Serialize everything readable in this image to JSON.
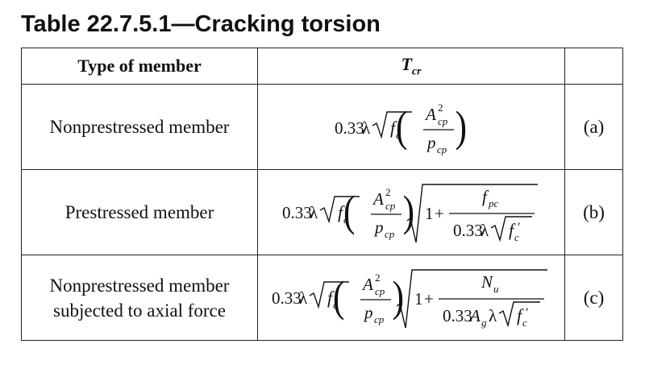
{
  "title": "Table 22.7.5.1—Cracking torsion",
  "header": {
    "col1": "Type of member",
    "col2_symbol": "T",
    "col2_sub": "cr"
  },
  "rows": [
    {
      "member": "Nonprestressed member",
      "label": "(a)"
    },
    {
      "member": "Prestressed member",
      "label": "(b)"
    },
    {
      "member_line1": "Nonprestressed member",
      "member_line2": "subjected to axial force",
      "label": "(c)"
    }
  ],
  "formula": {
    "coef": "0.33",
    "lambda": "λ",
    "f": "f",
    "prime": "′",
    "c": "c",
    "A": "A",
    "cp": "cp",
    "two": "2",
    "p": "p",
    "one": "1",
    "plus": "+",
    "f_pc": "f",
    "pc": "pc",
    "N": "N",
    "u": "u",
    "A_g": "A",
    "g": "g"
  }
}
